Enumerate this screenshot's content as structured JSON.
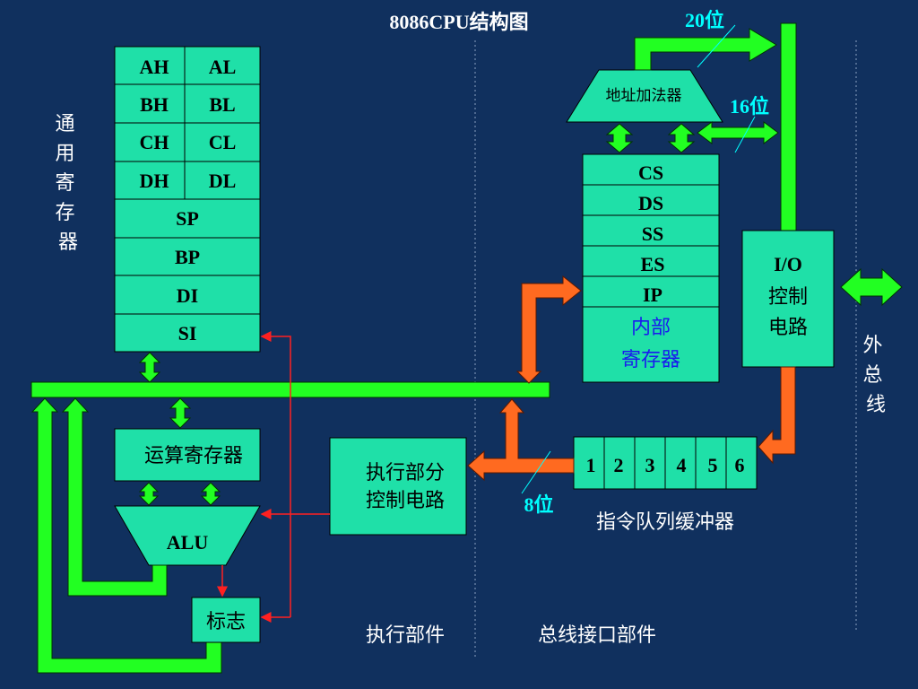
{
  "title": "8086CPU结构图",
  "general_registers": {
    "label": "通用寄存器",
    "pairs": [
      [
        "AH",
        "AL"
      ],
      [
        "BH",
        "BL"
      ],
      [
        "CH",
        "CL"
      ],
      [
        "DH",
        "DL"
      ]
    ],
    "pointers": [
      "SP",
      "BP",
      "DI",
      "SI"
    ]
  },
  "segment_registers": {
    "items": [
      "CS",
      "DS",
      "SS",
      "ES",
      "IP"
    ],
    "internal_label_line1": "内部",
    "internal_label_line2": "寄存器"
  },
  "address_adder": "地址加法器",
  "bit_widths": {
    "address_bus": "20位",
    "segment_path": "16位",
    "queue_path": "8位"
  },
  "io_control": {
    "line1": "I/O",
    "line2": "控制",
    "line3": "电路"
  },
  "external_bus": "外总线",
  "instruction_queue": {
    "cells": [
      "1",
      "2",
      "3",
      "4",
      "5",
      "6"
    ],
    "label": "指令队列缓冲器"
  },
  "exec_control": {
    "line1": "执行部分",
    "line2": "控制电路"
  },
  "operand_register": "运算寄存器",
  "alu": "ALU",
  "flags": "标志",
  "units": {
    "execution": "执行部件",
    "bus_interface": "总线接口部件"
  },
  "colors": {
    "background": "#10305e",
    "box": "#1fe0a8",
    "bus": "#22ff22",
    "data_path": "#ff6a20",
    "control_line": "#ff2020",
    "bit_label": "#00ffff"
  }
}
